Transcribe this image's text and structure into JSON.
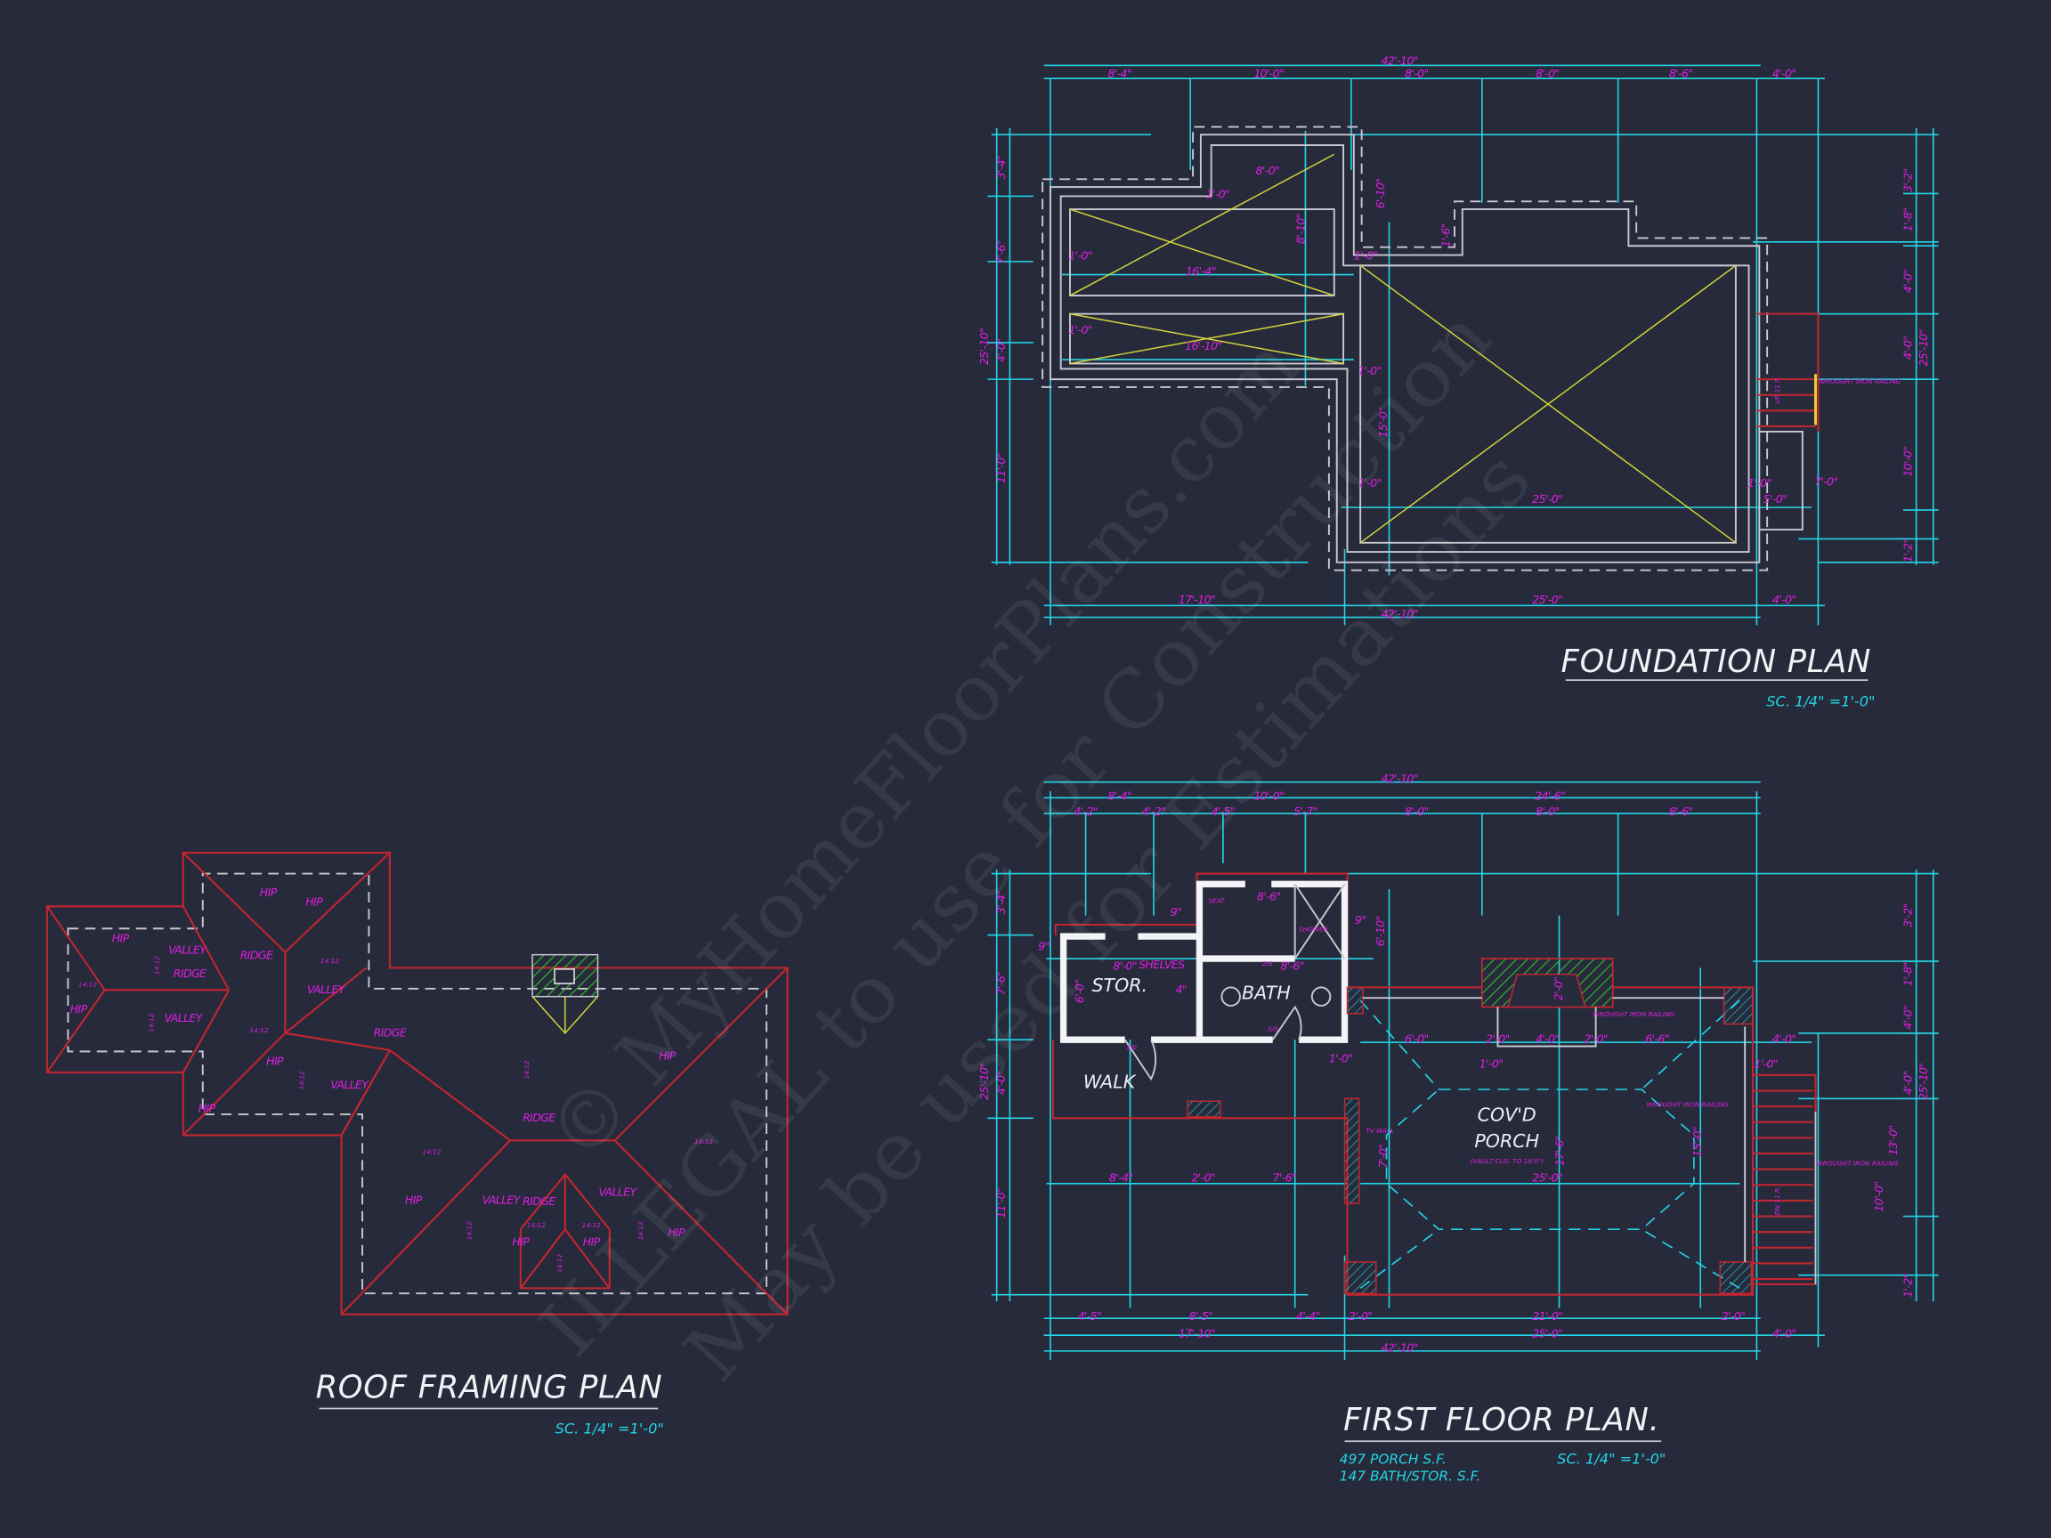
{
  "colors": {
    "background": "#272a3b",
    "dimension_lines": "#22d6e6",
    "dimension_text": "#e21ee6",
    "walls": "#c8c8d0",
    "roof_lines": "#c4262f",
    "slab_cross": "#d6d63c",
    "fireplace_hatch": "#2fb52f"
  },
  "watermark": {
    "line1": "© MyHomeFloorPlans.com",
    "line2": "ILLEGAL to use for Construction",
    "line3": "May be used for Estimations"
  },
  "foundation_plan": {
    "title": "FOUNDATION PLAN",
    "scale": "SC. 1/4\" =1'-0\"",
    "dims": [
      "42'-10\"",
      "8'-4\"",
      "10'-0\"",
      "8'-0\"",
      "8'-0\"",
      "8'-6\"",
      "4'-0\"",
      "3'-4\"",
      "7'-6\"",
      "4'-0\"",
      "11'-0\"",
      "25'-10\"",
      "3'-2\"",
      "1'-8\"",
      "4'-0\"",
      "4'-0\"",
      "10'-0\"",
      "1'-2\"",
      "25'-10\"",
      "17'-10\"",
      "25'-0\"",
      "4'-0\"",
      "42'-10\"",
      "8'-0\"",
      "16'-4\"",
      "16'-10\"",
      "25'-0\"",
      "5'-0\"",
      "7'-0\"",
      "8'-10\"",
      "6'-10\"",
      "15'-0\"",
      "1'-0\"",
      "1'-0\"",
      "1'-0\"",
      "1'-0\"",
      "1'-0\"",
      "1'-0\"",
      "1'-0\"",
      "1'-6\""
    ],
    "notes": [
      "WROUGHT IRON RAILING",
      "UP 11 R."
    ]
  },
  "first_floor_plan": {
    "title": "FIRST FLOOR PLAN.",
    "scale": "SC. 1/4\" =1'-0\"",
    "areas": [
      "497 PORCH S.F.",
      "147 BATH/STOR. S.F."
    ],
    "rooms": [
      "STOR.",
      "BATH",
      "WALK",
      "COV'D",
      "PORCH",
      "(VAULT CLG. TO 18'0\")"
    ],
    "dims": [
      "42'-10\"",
      "8'-4\"",
      "10'-0\"",
      "24'-6\"",
      "4'-2\"",
      "4'-2\"",
      "4'-5\"",
      "5'-7\"",
      "8'-0\"",
      "8'-0\"",
      "8'-6\"",
      "3'-4\"",
      "7'-6\"",
      "4'-0\"",
      "11'-0\"",
      "25'-10\"",
      "3'-2\"",
      "1'-8\"",
      "4'-0\"",
      "4'-0\"",
      "13'-0\"",
      "10'-0\"",
      "1'-2\"",
      "25'-10\"",
      "4'-5\"",
      "8'-5\"",
      "4'-4\"",
      "2'-0\"",
      "21'-0\"",
      "2'-0\"",
      "17'-10\"",
      "25'-0\"",
      "4'-0\"",
      "42'-10\"",
      "8'-0\"",
      "8'-6\"",
      "8'-6\"",
      "6'-0\"",
      "2'-0\"",
      "4'-0\"",
      "2'-0\"",
      "6'-6\"",
      "4'-0\"",
      "25'-0\"",
      "17'-6\"",
      "8'-4\"",
      "2'-0\"",
      "7'-6\"",
      "6'-10\"",
      "15'-0\"",
      "2'-0\"",
      "9\"",
      "9\"",
      "9\"",
      "6'-0\"",
      "1'-0\"",
      "1'-0\"",
      "1'-0\"",
      "7'-0\"",
      "4\""
    ],
    "notes": [
      "SHELVES",
      "SEAT",
      "SHOWER",
      "3/0",
      "3/0",
      "2/6",
      "TV WALL",
      "DN 11 R.",
      "WROUGHT IRON RAILING",
      "WROUGHT IRON RAILING",
      "WROUGHT IRON RAILING"
    ]
  },
  "roof_framing_plan": {
    "title": "ROOF FRAMING PLAN",
    "scale": "SC. 1/4\" =1'-0\"",
    "labels": {
      "hip": "HIP",
      "valley": "VALLEY",
      "ridge": "RIDGE",
      "pitch": "14:12"
    }
  }
}
